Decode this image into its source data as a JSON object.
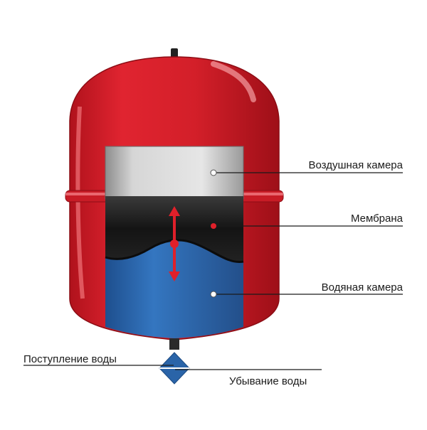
{
  "labels": {
    "air_chamber": "Воздушная камера",
    "membrane": "Мембрана",
    "water_chamber": "Водяная камера",
    "water_inflow": "Поступление воды",
    "water_outflow": "Убывание воды"
  },
  "colors": {
    "tank_body": "#d8202a",
    "tank_shadow": "#a3121a",
    "air_chamber": "#c9c9c9",
    "membrane": "#1b1b1b",
    "water": "#2f6fb8",
    "arrow": "#e0202a",
    "valve": "#2a64a8",
    "leader_line": "#1a1a1a"
  }
}
